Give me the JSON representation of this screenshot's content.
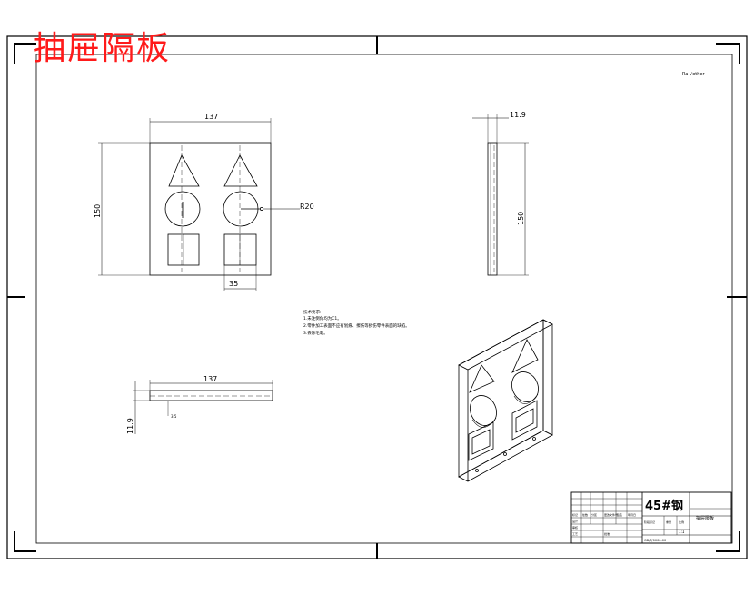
{
  "title": "抽屉隔板",
  "roughness_label": "Ra √other",
  "dimensions": {
    "front_width": "137",
    "front_height": "150",
    "circle_radius": "R20",
    "square_width": "35",
    "side_thickness": "11.9",
    "side_height": "150",
    "bottom_width": "137",
    "bottom_thickness": "11.9",
    "bottom_small": "3.5"
  },
  "notes": {
    "heading": "技术要求:",
    "line1": "1.未注倒角均为C1。",
    "line2": "2.零件加工表面不应有划痕、擦伤等损伤零件表面的缺陷。",
    "line3": "3.去除毛刺。"
  },
  "title_block": {
    "material": "45#钢",
    "part_name": "抽屉隔板",
    "scale": "1:1",
    "drawing_no": "GB/T/0000-00",
    "headers": [
      "标记",
      "处数",
      "分区",
      "更改文件号",
      "签名",
      "年月日"
    ],
    "roles": [
      "设计",
      "审核",
      "工艺",
      "批准"
    ],
    "labels": [
      "阶段标记",
      "重量",
      "比例",
      "共 张",
      "第 张"
    ]
  },
  "colors": {
    "line": "#000000",
    "title": "#ff1a1a"
  }
}
